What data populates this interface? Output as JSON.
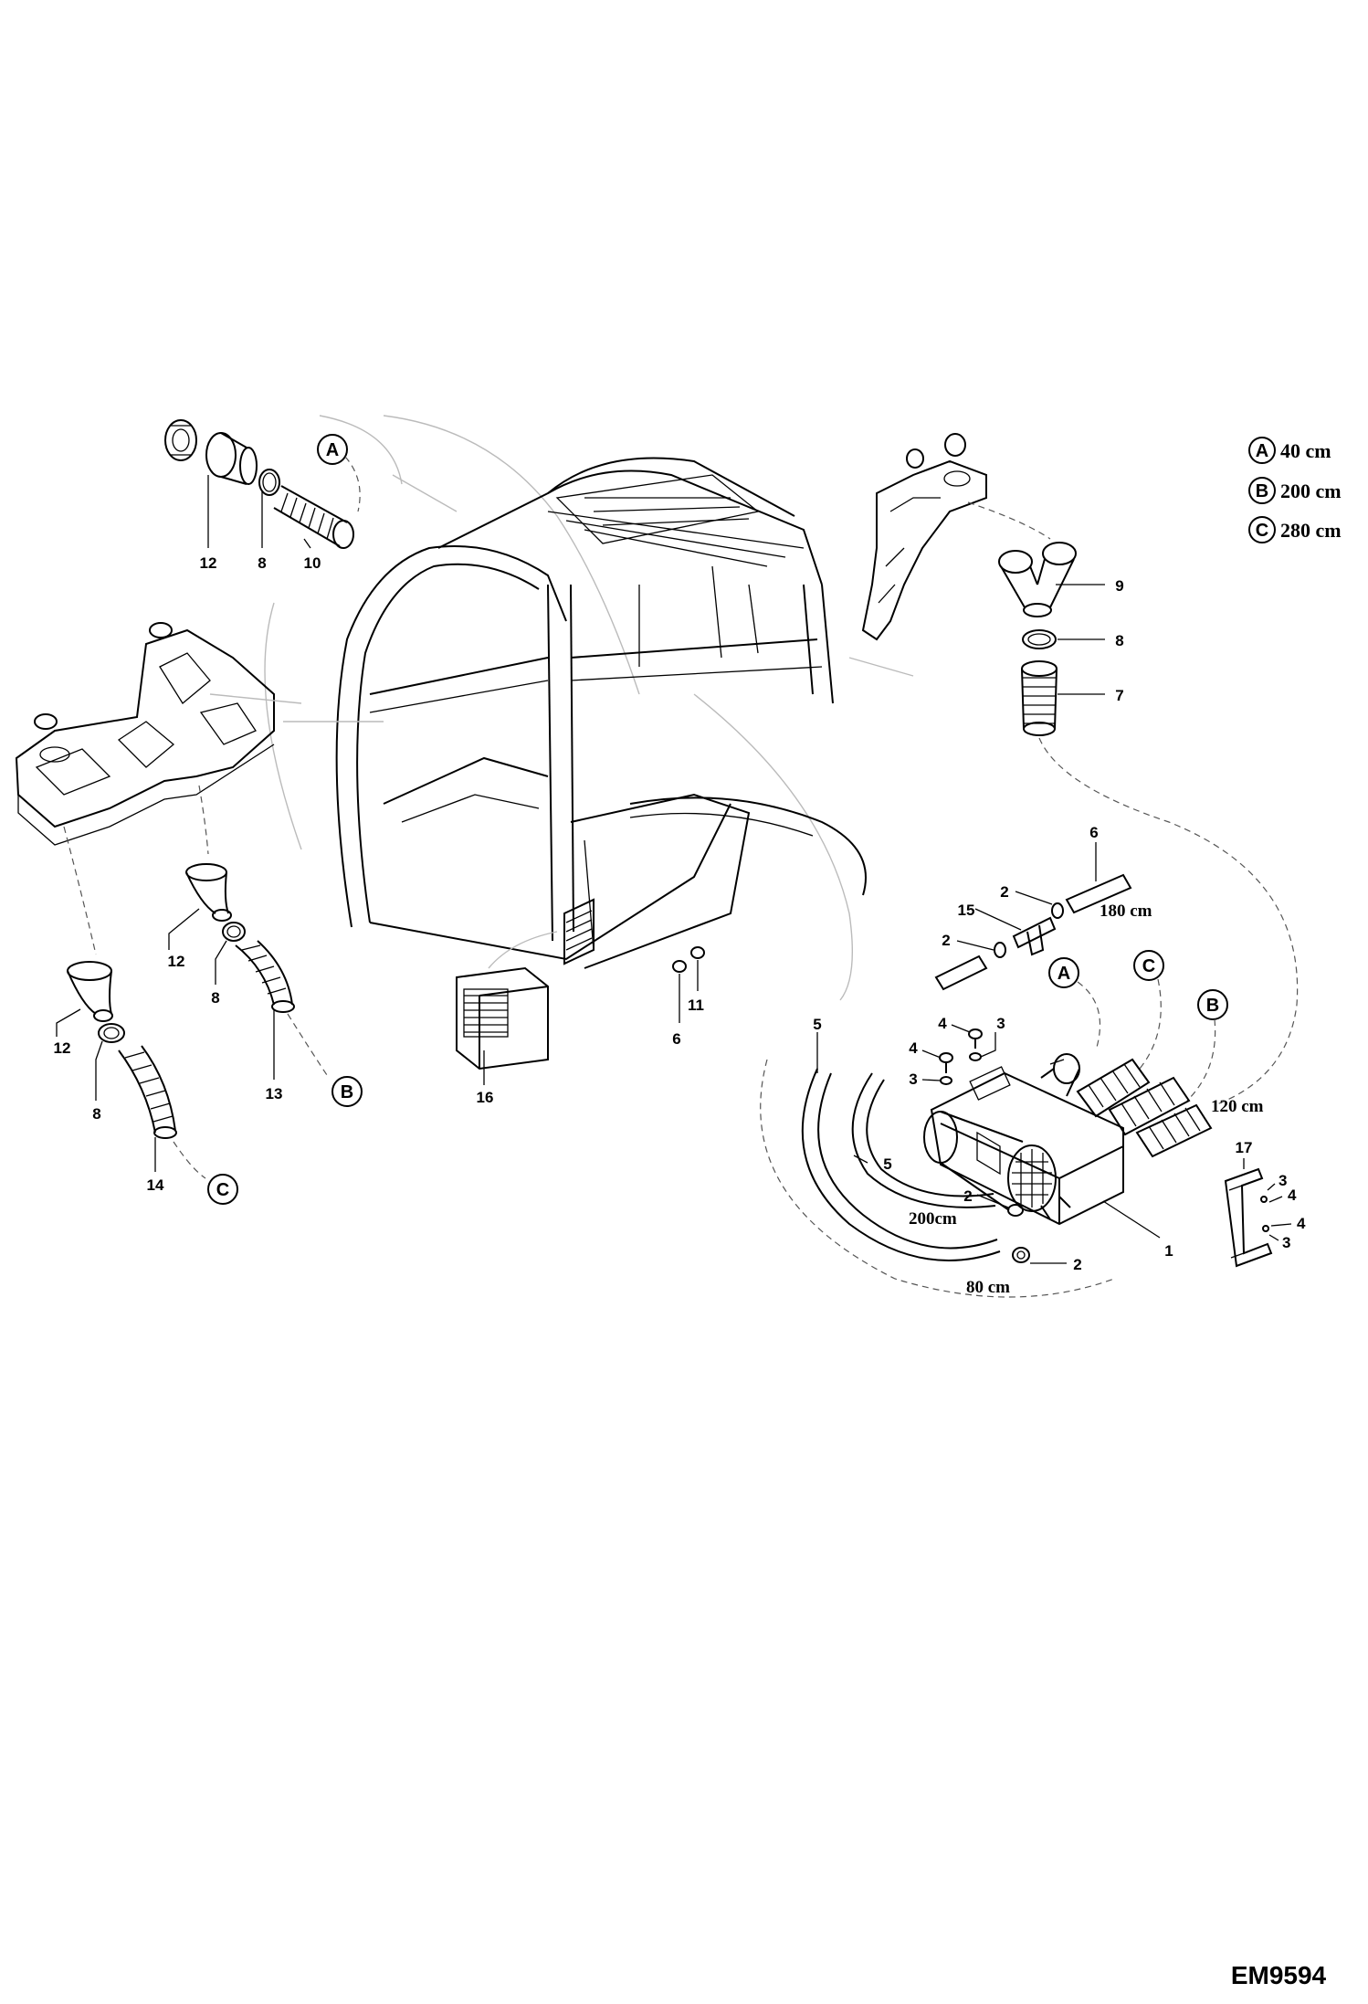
{
  "legend": [
    {
      "letter": "A",
      "text": "40 cm"
    },
    {
      "letter": "B",
      "text": "200 cm"
    },
    {
      "letter": "C",
      "text": "280 cm"
    }
  ],
  "drawing_code": "EM9594",
  "circle_refs": {
    "A": "A",
    "B": "B",
    "C": "C"
  },
  "callouts": {
    "n1": "1",
    "n2": "2",
    "n3": "3",
    "n4": "4",
    "n5": "5",
    "n6": "6",
    "n7": "7",
    "n8": "8",
    "n9": "9",
    "n10": "10",
    "n11": "11",
    "n12": "12",
    "n13": "13",
    "n14": "14",
    "n15": "15",
    "n16": "16",
    "n17": "17"
  },
  "dimensions": {
    "d180": "180 cm",
    "d120": "120 cm",
    "d200": "200cm",
    "d80": "80 cm"
  }
}
